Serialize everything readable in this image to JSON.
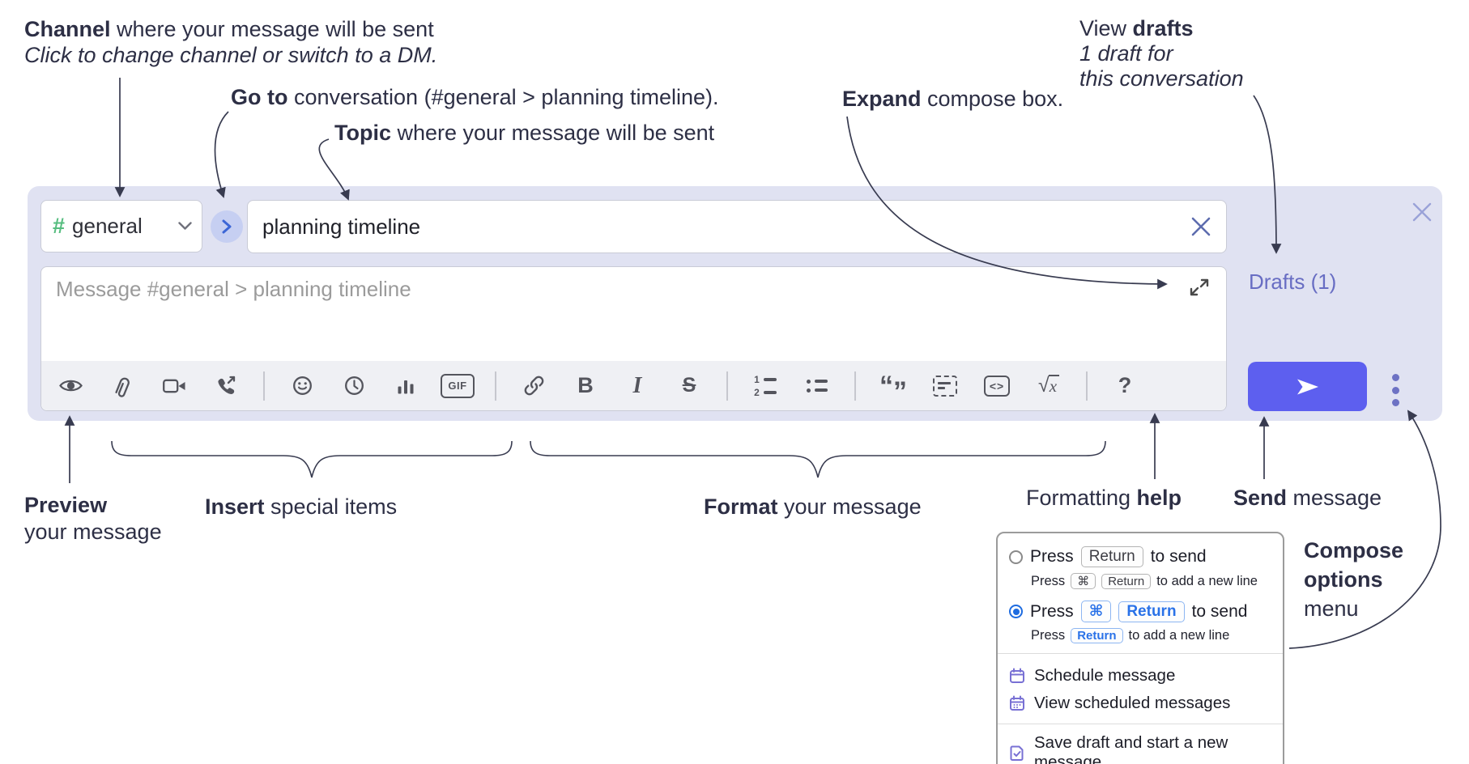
{
  "annotations": {
    "channel": {
      "bold": "Channel",
      "rest": " where your message will be sent",
      "italic": "Click to change channel or switch to a DM."
    },
    "goto": {
      "bold": "Go to",
      "rest": " conversation (#general > planning timeline)."
    },
    "topic": {
      "bold": "Topic",
      "rest": " where your message will be sent"
    },
    "expand": {
      "bold": "Expand",
      "rest": " compose box."
    },
    "drafts": {
      "line1_regular": "View ",
      "line1_bold": "drafts",
      "line2": "1 draft for",
      "line3": "this conversation"
    },
    "preview": {
      "bold": "Preview",
      "line2": "your message"
    },
    "insert": {
      "bold": "Insert",
      "rest": " special items"
    },
    "format": {
      "bold": "Format",
      "rest": " your message"
    },
    "formatting_help": {
      "regular": "Formatting ",
      "bold": "help"
    },
    "send": {
      "bold": "Send",
      "rest": " message"
    },
    "compose_options": {
      "line1": "Compose",
      "line2": "options",
      "line3": "menu"
    }
  },
  "compose": {
    "channel_prefix": "#",
    "channel_name": "general",
    "topic_value": "planning timeline",
    "message_placeholder": "Message #general > planning timeline",
    "drafts_link": "Drafts (1)",
    "toolbar": {
      "gif_label": "GIF",
      "bold_label": "B",
      "italic_label": "I",
      "strike_label": "S",
      "ol_num1": "1",
      "ol_num2": "2",
      "quote_open": "“",
      "quote_close": "”",
      "code_label": "<>",
      "math_radical": "√",
      "math_x": "x",
      "help_label": "?"
    },
    "icon_names": [
      "preview",
      "attach-file",
      "video-call",
      "audio-call",
      "emoji",
      "time",
      "poll",
      "gif",
      "link",
      "bold",
      "italic",
      "strikethrough",
      "numbered-list",
      "bulleted-list",
      "quote",
      "spoiler",
      "code",
      "math",
      "help"
    ]
  },
  "popup": {
    "option1": {
      "press": "Press",
      "key": "Return",
      "suffix": "to send",
      "sub_press": "Press",
      "sub_key1": "⌘",
      "sub_key2": "Return",
      "sub_suffix": "to add a new line"
    },
    "option2": {
      "press": "Press",
      "key1": "⌘",
      "key2": "Return",
      "suffix": "to send",
      "sub_press": "Press",
      "sub_key": "Return",
      "sub_suffix": "to add a new line"
    },
    "item_schedule": "Schedule message",
    "item_view_scheduled": "View scheduled messages",
    "item_save_draft": "Save draft and start a new message"
  },
  "colors": {
    "accent_send": "#5d5fef",
    "drafts_link": "#686dc3",
    "keycap_blue": "#2a72e8",
    "radio_selected": "#1f6ce0",
    "menu_icon_purple": "#7870d4",
    "channel_green": "#56bd7f",
    "goto_blue": "#3c66d6",
    "compose_bg": "#e0e2f2",
    "annotation_text": "#2d2f45",
    "toolbar_icon": "#54555d"
  }
}
